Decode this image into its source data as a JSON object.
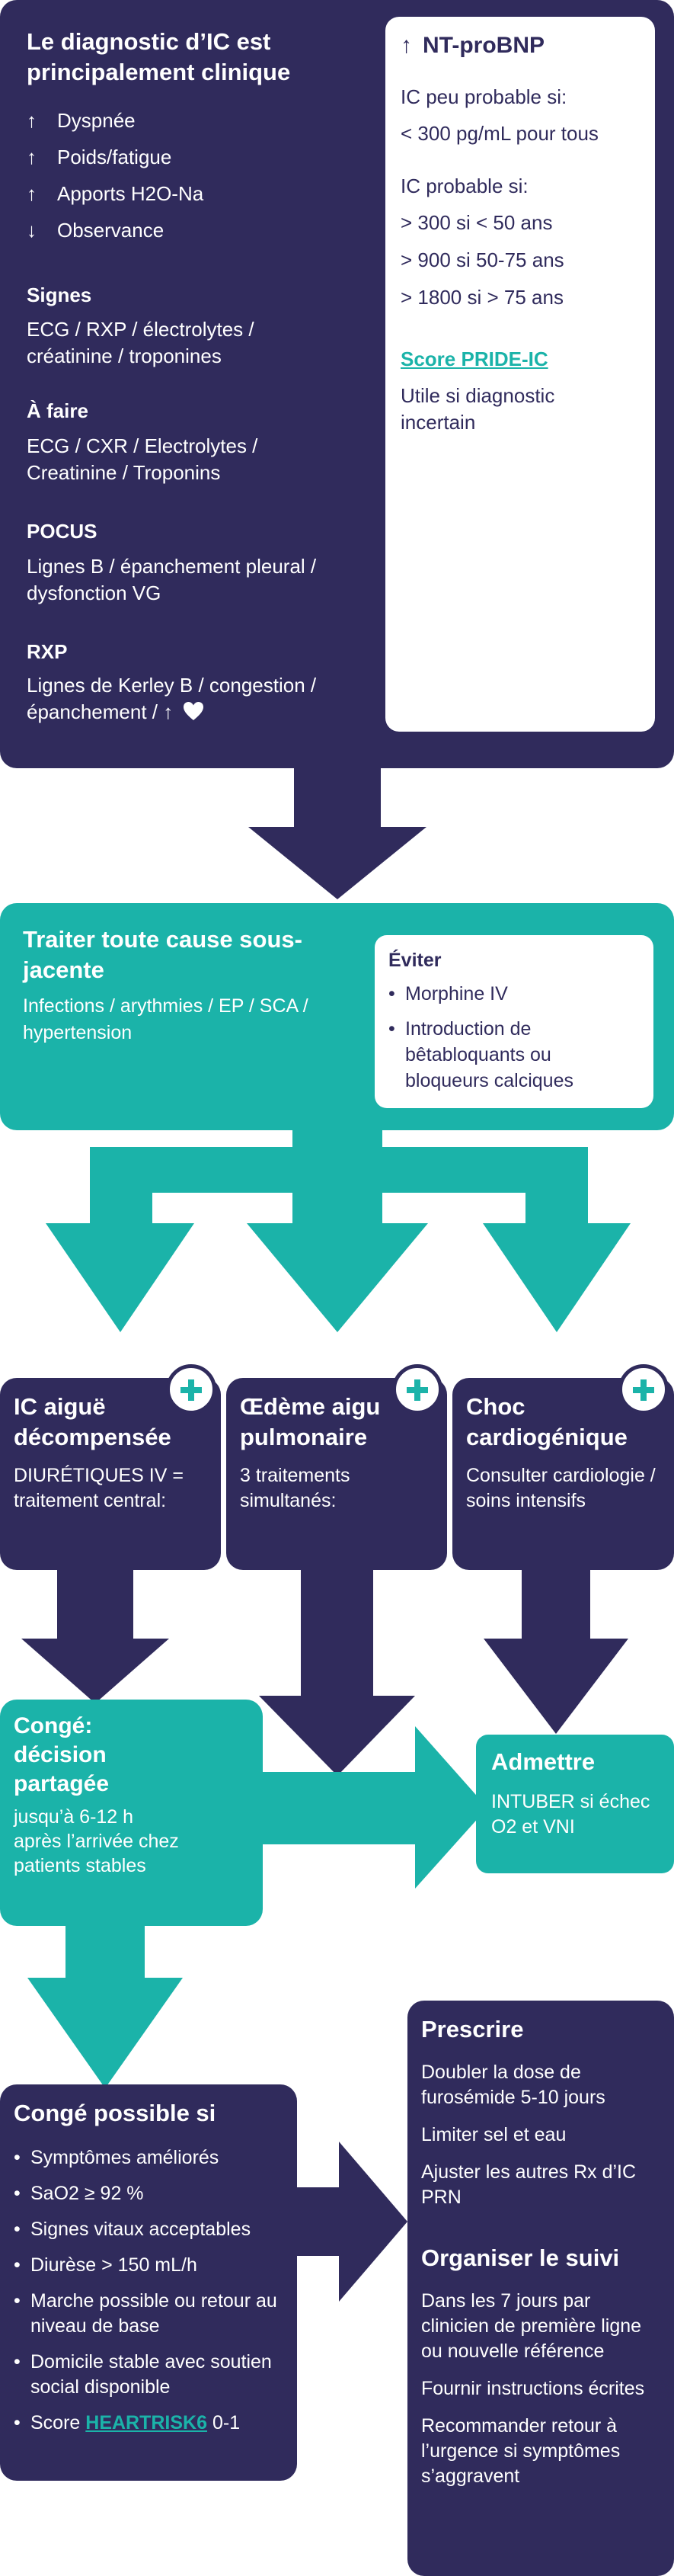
{
  "top": {
    "title": "Le diagnostic d’IC est principalement clinique",
    "symptoms": [
      {
        "arrow": "↑",
        "text": "Dyspnée"
      },
      {
        "arrow": "↑",
        "text": "Poids/fatigue"
      },
      {
        "arrow": "↑",
        "text": "Apports H2O-Na"
      },
      {
        "arrow": "↓",
        "text": "Observance"
      }
    ],
    "sections": [
      {
        "heading": "Signes",
        "lines": [
          "ECG / RXP / électrolytes /",
          "créatinine / troponines"
        ]
      },
      {
        "heading": "À faire",
        "lines": [
          "ECG / CXR / Electrolytes /",
          "Creatinine / Troponins"
        ]
      },
      {
        "heading": "POCUS",
        "lines": [
          "Lignes B / épanchement pleural /",
          "dysfonction VG"
        ]
      },
      {
        "heading": "RXP",
        "lines": [
          "Lignes de Kerley B / congestion /",
          "épanchement / ↑"
        ]
      }
    ],
    "heart_icon": "heart-icon"
  },
  "ntprobnp": {
    "arrow": "↑",
    "title": "NT-proBNP",
    "unlikely_label": "IC peu probable si:",
    "unlikely_value": "< 300 pg/mL pour tous",
    "likely_label": "IC probable si:",
    "likely_values": [
      "> 300 si < 50 ans",
      "> 900 si 50-75 ans",
      "> 1800 si > 75 ans"
    ],
    "score_link": "Score PRIDE-IC",
    "score_desc": [
      "Utile si diagnostic",
      "incertain"
    ]
  },
  "treat": {
    "title": "Traiter toute cause sous-jacente",
    "causes": "Infections / arythmies / EP / SCA / hypertension",
    "avoid_title": "Éviter",
    "avoid_items": [
      "Morphine IV",
      "Introduction de bêtabloquants ou bloqueurs calciques"
    ]
  },
  "branches": [
    {
      "title": "IC aiguë décompensée",
      "desc": "DIURÉTIQUES IV = traitement central:",
      "icon": "plus-icon"
    },
    {
      "title": "Œdème aigu pulmonaire",
      "desc": "3 traitements simultanés:",
      "icon": "plus-icon"
    },
    {
      "title": "Choc cardiogénique",
      "desc": "Consulter cardiologie / soins intensifs",
      "icon": "plus-icon"
    }
  ],
  "conge_decision": {
    "title": "Congé: décision partagée",
    "desc": "jusqu’à 6-12 h après l’arrivée chez patients stables"
  },
  "admettre": {
    "title": "Admettre",
    "desc": "INTUBER si échec O2 et VNI"
  },
  "conge_possible": {
    "title": "Congé possible si",
    "items": [
      "Symptômes améliorés",
      "SaO2 ≥ 92 %",
      "Signes vitaux acceptables",
      "Diurèse > 150 mL/h",
      "Marche possible ou retour au niveau de base",
      "Domicile stable avec soutien social disponible"
    ],
    "score_prefix": "Score",
    "score_link": "HEARTRISK6",
    "score_suffix": "0-1"
  },
  "prescrire": {
    "title": "Prescrire",
    "items": [
      "Doubler la dose de furosémide 5-10 jours",
      "Limiter sel et eau",
      "Ajuster les autres Rx d’IC PRN"
    ],
    "followup_title": "Organiser le suivi",
    "followup_items": [
      "Dans les 7 jours par clinicien de première ligne ou nouvelle référence",
      "Fournir instructions écrites",
      "Recommander retour à l’urgence si symptômes s’aggravent"
    ]
  },
  "colors": {
    "navy": "#302b5c",
    "teal": "#1bb3a9",
    "white": "#ffffff"
  }
}
